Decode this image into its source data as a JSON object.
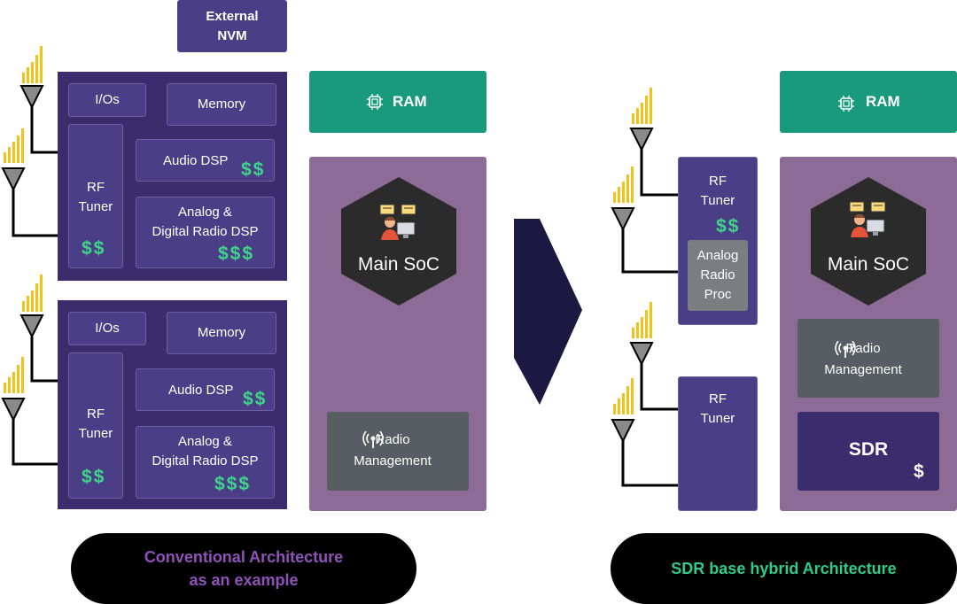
{
  "colors": {
    "block_dark": "#3b2d6d",
    "chip": "#4a3e86",
    "soc_panel": "#8d6b97",
    "ram": "#1a9a7c",
    "radio_mgmt": "#585d63",
    "analog_proc": "#7c7d81",
    "hexagon": "#2b2b2b",
    "arrow": "#1b1842",
    "dollar": "#3fd68a",
    "antenna_bars": "#f2c21b",
    "conventional_caption": "#8e52b8",
    "sdr_caption": "#2ecc8c"
  },
  "external_nvm": "External\nNVM",
  "conventional": {
    "blocks": [
      {
        "ios": "I/Os",
        "memory": "Memory",
        "rf_tuner": "RF\nTuner",
        "rf_cost": "$$",
        "audio_dsp": "Audio DSP",
        "audio_cost": "$$",
        "analog_digital_dsp": "Analog &\nDigital Radio DSP",
        "dsp_cost": "$$$"
      },
      {
        "ios": "I/Os",
        "memory": "Memory",
        "rf_tuner": "RF\nTuner",
        "rf_cost": "$$",
        "audio_dsp": "Audio DSP",
        "audio_cost": "$$",
        "analog_digital_dsp": "Analog &\nDigital Radio DSP",
        "dsp_cost": "$$$"
      }
    ],
    "ram": "RAM",
    "main_soc": "Main SoC",
    "radio_management": "Radio\nManagement",
    "caption": "Conventional Architecture\nas an example"
  },
  "sdr": {
    "tuner1": {
      "label": "RF\nTuner",
      "cost": "$$",
      "analog_proc": "Analog\nRadio\nProc"
    },
    "tuner2": {
      "label": "RF\nTuner"
    },
    "ram": "RAM",
    "main_soc": "Main SoC",
    "radio_management": "Radio\nManagement",
    "sdr_block": "SDR",
    "sdr_cost": "$",
    "caption": "SDR base hybrid Architecture"
  },
  "icons": {
    "antenna": "antenna-icon",
    "chip": "chip-icon",
    "radio_signal": "radio-signal-icon",
    "engineer": "engineer-at-computer-icon",
    "arrow": "right-arrow-icon"
  }
}
